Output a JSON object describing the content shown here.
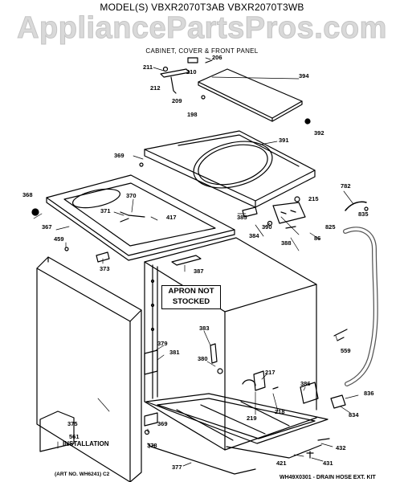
{
  "header": {
    "model_line": "MODEL(S) VBXR2070T3AB VBXR2070T3WB",
    "watermark": "AppliancePartsPros.com",
    "section_title": "CABINET, COVER & FRONT PANEL"
  },
  "notes": {
    "apron_line1": "APRON NOT",
    "apron_line2": "STOCKED",
    "installation": "INSTALLATION",
    "art_number": "(ART NO. WH6241) C2",
    "drain_hose_kit": "WH49X0301 - DRAIN HOSE EXT. KIT"
  },
  "parts": [
    "211",
    "206",
    "210",
    "212",
    "209",
    "198",
    "394",
    "392",
    "391",
    "369",
    "782",
    "368",
    "370",
    "215",
    "835",
    "371",
    "417",
    "385",
    "390",
    "825",
    "367",
    "384",
    "86",
    "388",
    "459",
    "373",
    "387",
    "383",
    "559",
    "379",
    "381",
    "380",
    "217",
    "386",
    "836",
    "219",
    "218",
    "834",
    "375",
    "369",
    "378",
    "561",
    "432",
    "377",
    "421",
    "431"
  ]
}
